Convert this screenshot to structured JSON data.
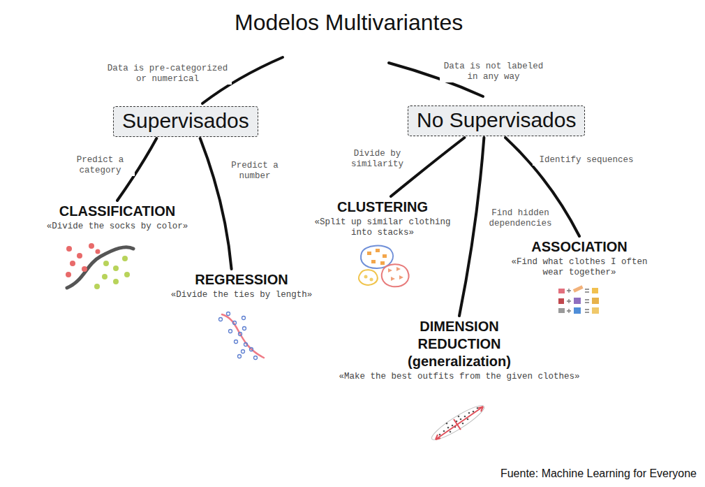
{
  "diagram": {
    "title": "Modelos Multivariantes",
    "nodes": [
      {
        "text": [
          "Supervisados"
        ]
      },
      {
        "text": [
          "No Supervisados"
        ]
      },
      {
        "text": [
          "CLASSIFICATION",
          "«Divide the socks by color»"
        ]
      },
      {
        "text": [
          "REGRESSION",
          "«Divide the ties by length»"
        ]
      },
      {
        "text": [
          "CLUSTERING",
          "«Split up similar clothing into stacks»"
        ]
      },
      {
        "text": [
          "DIMENSION REDUCTION (generalization)",
          "«Make the best outfits from the given clothes»"
        ]
      },
      {
        "text": [
          "ASSOCIATION",
          "«Find what clothes I often wear together»"
        ]
      }
    ],
    "edges": [
      {
        "from": 0,
        "to": 2,
        "label": "Predict a category",
        "arrow": "none"
      },
      {
        "from": 0,
        "to": 3,
        "label": "Predict a number",
        "arrow": "none"
      },
      {
        "from": 1,
        "to": 4,
        "label": "Divide by similarity",
        "arrow": "none"
      },
      {
        "from": 1,
        "to": 5,
        "label": "Find hidden dependencies",
        "arrow": "none"
      },
      {
        "from": 1,
        "to": 6,
        "label": "Identify sequences",
        "arrow": "none"
      }
    ],
    "labels": [
      "Data is pre-categorized or numerical",
      "Data is not labeled in any way",
      "Fuente: Machine Learning for Everyone"
    ]
  }
}
